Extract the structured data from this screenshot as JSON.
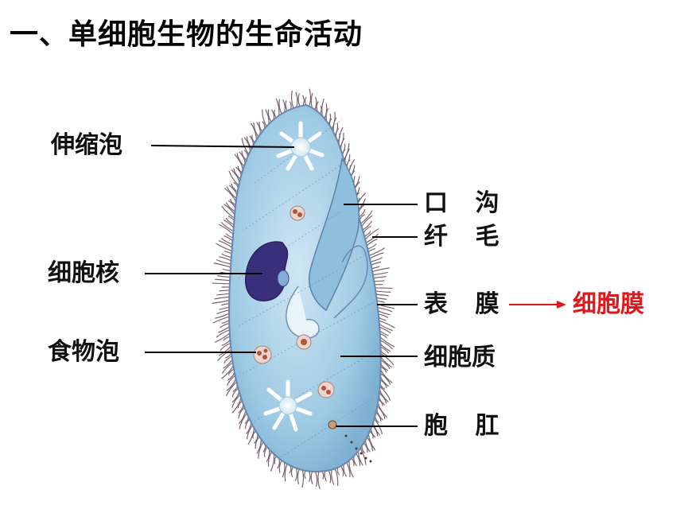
{
  "title": "一、单细胞生物的生命活动",
  "labels": {
    "contractile_vacuole": "伸缩泡",
    "nucleus": "细胞核",
    "food_vacuole": "食物泡",
    "oral_groove": "口 沟",
    "cilia": "纤 毛",
    "pellicle": "表 膜",
    "cell_membrane": "细胞膜",
    "cytoplasm": "细胞质",
    "anal_pore": "胞 肛"
  },
  "colors": {
    "body_fill": "#a9d2e8",
    "body_stroke": "#6a86b0",
    "nucleus": "#3a2f7a",
    "cilia": "#5a3a4a",
    "accent_red": "#e0181c"
  }
}
